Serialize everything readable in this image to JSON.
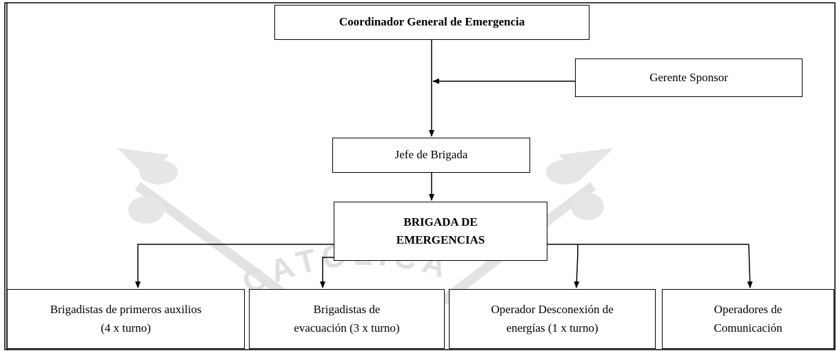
{
  "nodes": {
    "coordinator": "Coordinador General de Emergencia",
    "sponsor": "Gerente Sponsor",
    "chief": "Jefe de Brigada",
    "brigade_line1": "BRIGADA DE",
    "brigade_line2": "EMERGENCIAS",
    "first_aid_line1": "Brigadistas de primeros auxilios",
    "first_aid_line2": "(4 x turno)",
    "evacuation_line1": "Brigadistas de",
    "evacuation_line2": "evacuación (3 x turno)",
    "energy_line1": "Operador Desconexión de",
    "energy_line2": "energías (1 x turno)",
    "comms_line1": "Operadores de",
    "comms_line2": "Comunicación"
  },
  "watermark": {
    "text": "CATOLICA",
    "color": "#d9d9d9"
  }
}
